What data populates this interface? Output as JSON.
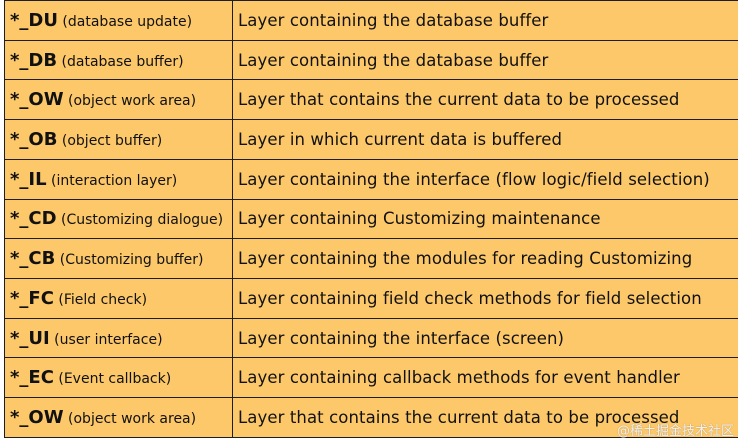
{
  "colors": {
    "background": "#fdc86a",
    "border": "#1e1e1e",
    "text": "#111111"
  },
  "rows": [
    {
      "code": "*_DU",
      "gloss": " (database update)",
      "description": "Layer containing  the database buffer"
    },
    {
      "code": "*_DB",
      "gloss": " (database buffer)",
      "description": "Layer containing  the database buffer"
    },
    {
      "code": "*_OW",
      "gloss": " (object work area)",
      "description": "Layer that contains the current data to be processed"
    },
    {
      "code": "*_OB",
      "gloss": " (object buffer)",
      "description": "Layer in which  current data is buffered"
    },
    {
      "code": "*_IL",
      "gloss": " (interaction layer)",
      "description": "Layer containing  the interface (flow logic/field selection)"
    },
    {
      "code": "*_CD",
      "gloss": " (Customizing dialogue)",
      "description": "Layer containing  Customizing maintenance"
    },
    {
      "code": "*_CB",
      "gloss": " (Customizing buffer)",
      "description": "Layer containing  the modules for reading Customizing"
    },
    {
      "code": "*_FC",
      "gloss": " (Field check)",
      "description": "Layer containing  field check methods for field selection"
    },
    {
      "code": "*_UI",
      "gloss": " (user interface)",
      "description": "Layer containing  the interface (screen)"
    },
    {
      "code": "*_EC",
      "gloss": " (Event callback)",
      "description": "Layer containing  callback methods for event handler"
    },
    {
      "code": "*_OW",
      "gloss": " (object work area)",
      "description": "Layer that contains the current data to be processed"
    }
  ],
  "watermark": "@稀土掘金技术社区"
}
